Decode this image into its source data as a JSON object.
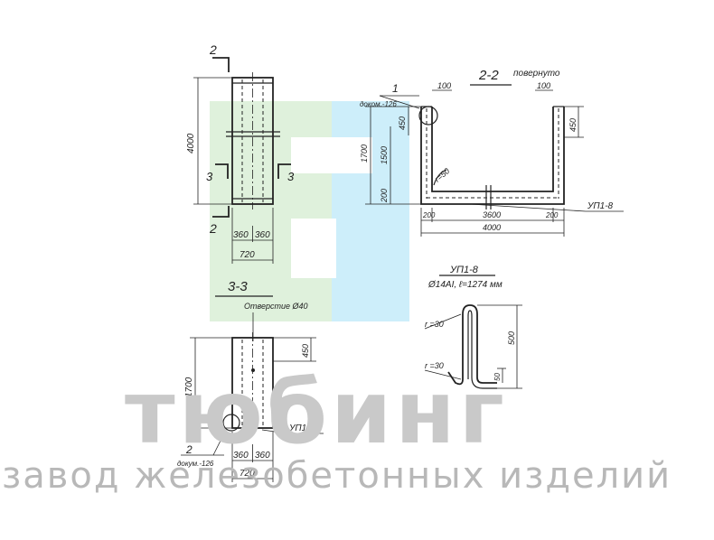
{
  "sections": {
    "s22": {
      "title": "2-2",
      "note": "повернуто"
    },
    "s33": {
      "title": "3-3",
      "hole": "Отверстие Ø40"
    }
  },
  "marks": {
    "m2": "2",
    "m3": "3",
    "m1": "1",
    "doc": "доком.-126",
    "doc_b": "докум.-126"
  },
  "elevation": {
    "h": "4000",
    "w_left": "360",
    "w_right": "360",
    "w_total": "720"
  },
  "view22": {
    "top_left": "100",
    "top_right": "100",
    "d450a": "450",
    "d1700": "1700",
    "d1500": "1500",
    "d200": "200",
    "d450b": "450",
    "r50": "r=50",
    "b200a": "200",
    "b3600": "3600",
    "b200b": "200",
    "b4000": "4000",
    "label": "УП1-8"
  },
  "view33": {
    "h1700": "1700",
    "d450": "450",
    "w360a": "360",
    "w360b": "360",
    "w720": "720",
    "label": "УП1-8"
  },
  "detail": {
    "title": "УП1-8",
    "spec": "Ø14AI, ℓ=1274 мм",
    "r1": "r =30",
    "r2": "r =30",
    "h500": "500",
    "h50": "50"
  },
  "watermark": {
    "brand": "тюбинг",
    "tagline": "завод железобетонных изделий",
    "colors": {
      "green": "#dff1dc",
      "blue": "#cdeefa",
      "grey": "#c9c9c9"
    }
  }
}
